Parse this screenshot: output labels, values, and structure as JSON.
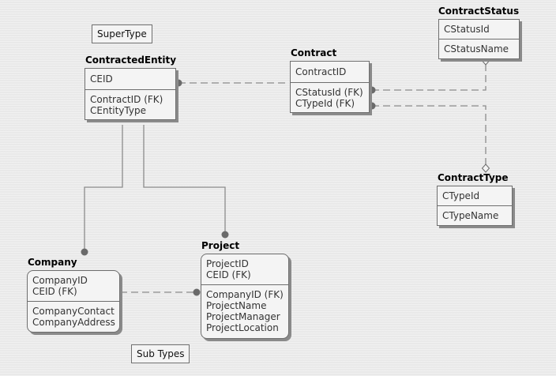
{
  "notes": {
    "supertype": "SuperType",
    "subtypes": "Sub Types"
  },
  "entities": {
    "contracted_entity": {
      "title": "ContractedEntity",
      "pk": [
        "CEID"
      ],
      "fields": [
        "ContractID (FK)",
        "CEntityType"
      ]
    },
    "contract": {
      "title": "Contract",
      "pk": [
        "ContractID"
      ],
      "fields": [
        "CStatusId (FK)",
        "CTypeId (FK)"
      ]
    },
    "contract_status": {
      "title": "ContractStatus",
      "pk": [
        "CStatusId"
      ],
      "fields": [
        "CStatusName"
      ]
    },
    "contract_type": {
      "title": "ContractType",
      "pk": [
        "CTypeId"
      ],
      "fields": [
        "CTypeName"
      ]
    },
    "company": {
      "title": "Company",
      "pk": [
        "CompanyID",
        "CEID (FK)"
      ],
      "fields": [
        "CompanyContact",
        "CompanyAddress"
      ]
    },
    "project": {
      "title": "Project",
      "pk": [
        "ProjectID",
        "CEID (FK)"
      ],
      "fields": [
        "CompanyID (FK)",
        "ProjectName",
        "ProjectManager",
        "ProjectLocation"
      ]
    }
  },
  "colors": {
    "line": "#8c8c8c",
    "box_border": "#6e6e6e",
    "box_fill": "#f4f4f4"
  }
}
